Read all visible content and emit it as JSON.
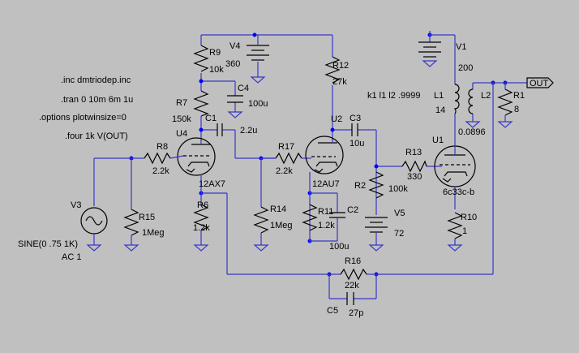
{
  "directives": [
    ".inc dmtriodep.inc",
    ".tran 0 10m 6m 1u",
    ".options plotwinsize=0",
    ".four 1k V(OUT)"
  ],
  "net_labels": {
    "out": "OUT"
  },
  "components": {
    "R9": {
      "ref": "R9",
      "value": "10k"
    },
    "R7": {
      "ref": "R7",
      "value": "150k"
    },
    "C4": {
      "ref": "C4",
      "value": "100u"
    },
    "V4": {
      "ref": "V4",
      "value": "360"
    },
    "R12": {
      "ref": "R12",
      "value": "27k"
    },
    "C1": {
      "ref": "C1",
      "value": "2.2u"
    },
    "U4": {
      "ref": "U4",
      "value": "12AX7"
    },
    "R8": {
      "ref": "R8",
      "value": "2.2k"
    },
    "R6": {
      "ref": "R6",
      "value": "1.2k"
    },
    "R14": {
      "ref": "R14",
      "value": "1Meg"
    },
    "R17": {
      "ref": "R17",
      "value": "2.2k"
    },
    "U2": {
      "ref": "U2",
      "value": "12AU7"
    },
    "C3": {
      "ref": "C3",
      "value": "10u"
    },
    "R11": {
      "ref": "R11",
      "value": "1.2k"
    },
    "C2": {
      "ref": "C2",
      "value": "100u"
    },
    "R2": {
      "ref": "R2",
      "value": "100k"
    },
    "V5": {
      "ref": "V5",
      "value": "72"
    },
    "R13": {
      "ref": "R13",
      "value": "330"
    },
    "U1": {
      "ref": "U1",
      "value": "6c33c-b"
    },
    "R10": {
      "ref": "R10",
      "value": "1"
    },
    "V1": {
      "ref": "V1",
      "value": "200"
    },
    "L1": {
      "ref": "L1",
      "value": "14"
    },
    "L2": {
      "ref": "L2",
      "value": "0.0896"
    },
    "R1": {
      "ref": "R1",
      "value": "8"
    },
    "V3": {
      "ref": "V3",
      "value": "SINE(0 .75 1K)",
      "ac": "AC 1"
    },
    "R15": {
      "ref": "R15",
      "value": "1Meg"
    },
    "R16": {
      "ref": "R16",
      "value": "22k"
    },
    "C5": {
      "ref": "C5",
      "value": "27p"
    }
  },
  "coupling": "k1 l1 l2 .9999"
}
